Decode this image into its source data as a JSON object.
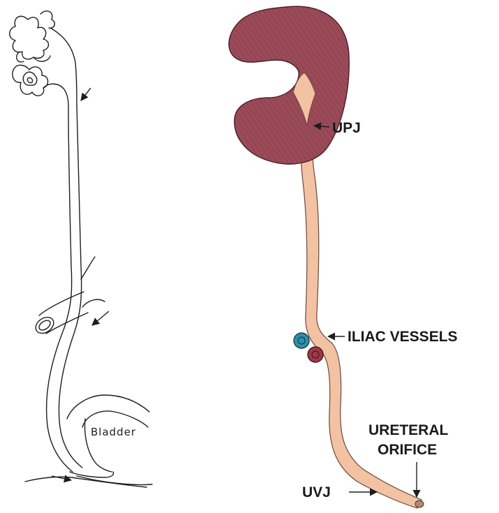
{
  "left_sketch": {
    "bladder_label": "Bladder"
  },
  "right_illustration": {
    "labels": {
      "upj": "UPJ",
      "iliac": "ILIAC VESSELS",
      "ureteral_line1": "URETERAL",
      "ureteral_line2": "ORIFICE",
      "uvj": "UVJ"
    }
  },
  "colors": {
    "kidney_fill": "#9b4a58",
    "kidney_shading": "#6e2d3b",
    "ureter_fill": "#f2c2a3",
    "ureter_outline": "#6a4a3c",
    "iliac_artery": "#2f8fa8",
    "iliac_vein": "#a03848",
    "line_art": "#1e1e1e"
  }
}
